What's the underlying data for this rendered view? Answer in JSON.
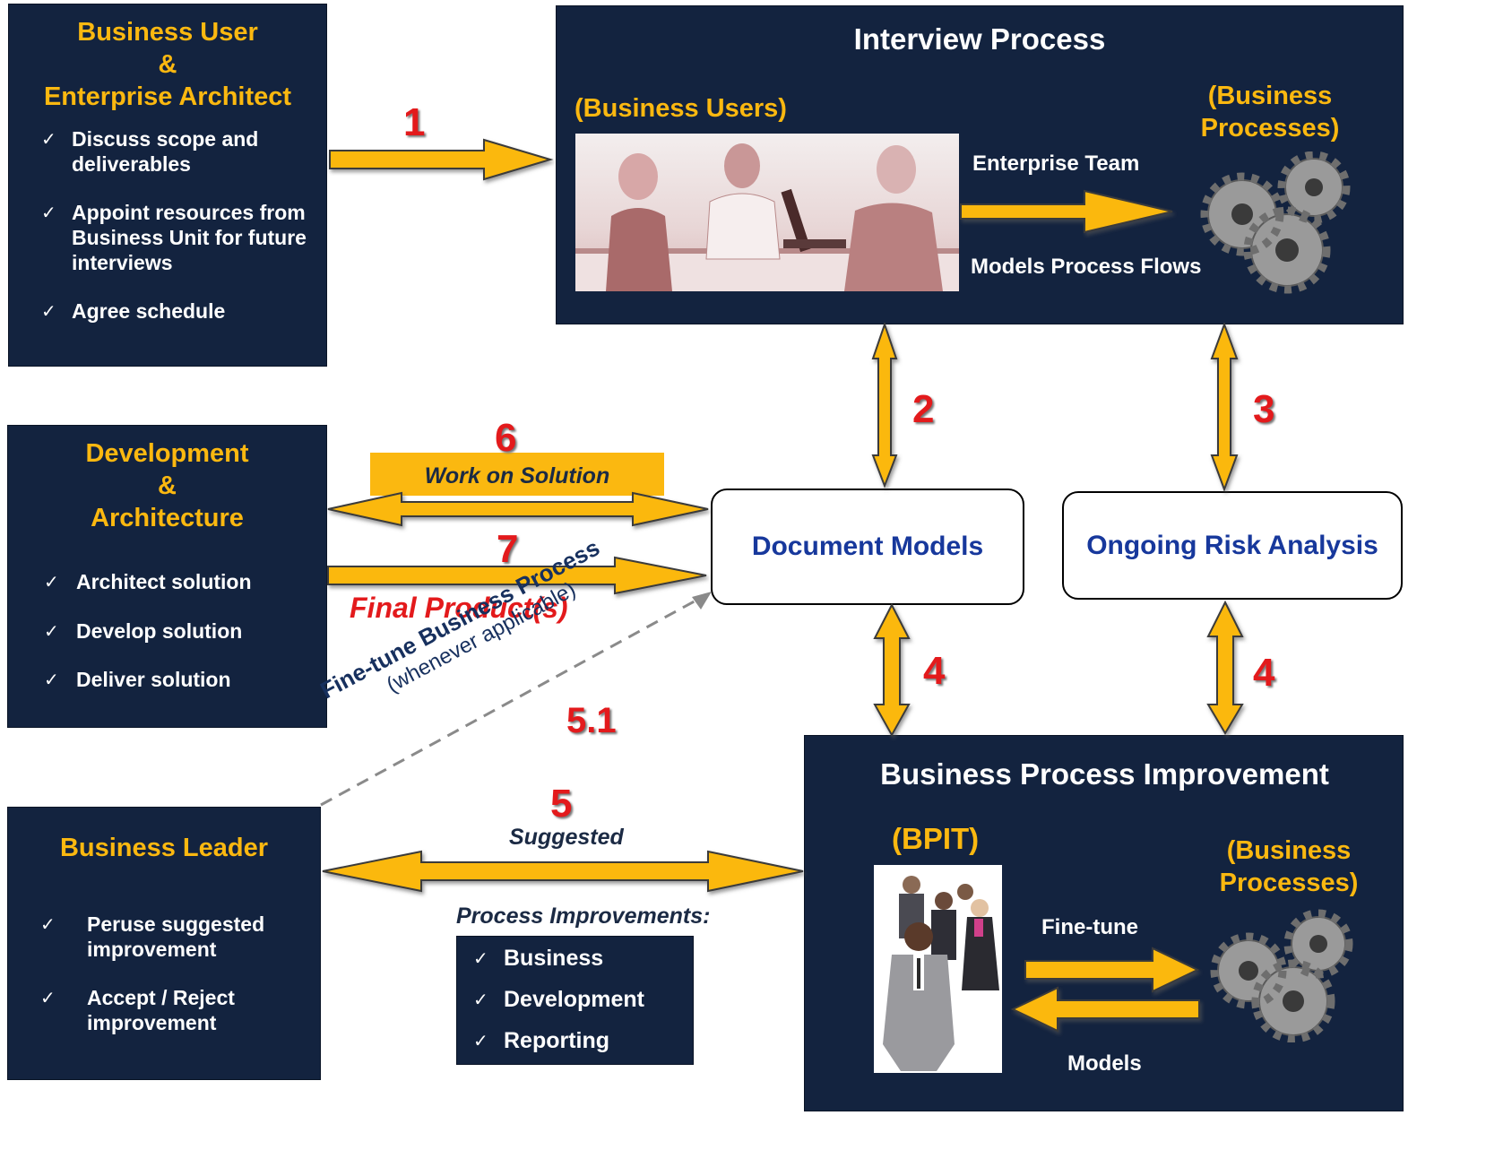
{
  "business_user": {
    "title_line1": "Business User",
    "title_amp": "&",
    "title_line2": "Enterprise Architect",
    "items": [
      "Discuss scope and deliverables",
      "Appoint resources from Business Unit for future interviews",
      "Agree schedule"
    ]
  },
  "interview": {
    "title": "Interview Process",
    "business_users_label": "(Business Users)",
    "business_processes_label": "(Business Processes)",
    "enterprise_team": "Enterprise Team",
    "models_process_flows": "Models Process Flows"
  },
  "development": {
    "title_line1": "Development",
    "title_amp": "&",
    "title_line2": "Architecture",
    "items": [
      "Architect solution",
      "Develop solution",
      "Deliver solution"
    ]
  },
  "document_models": "Document Models",
  "ongoing_risk": "Ongoing Risk Analysis",
  "steps": {
    "s1": "1",
    "s2": "2",
    "s3": "3",
    "s4a": "4",
    "s4b": "4",
    "s5": "5",
    "s51": "5.1",
    "s6": "6",
    "s7": "7"
  },
  "work_on_solution": "Work on Solution",
  "final_products": "Final Product(s)",
  "fine_tune_bp": "Fine-tune Business Process",
  "whenever_applicable": "(whenever applicable)",
  "business_leader": {
    "title": "Business Leader",
    "items": [
      "Peruse suggested improvement",
      "Accept / Reject improvement"
    ]
  },
  "suggested": "Suggested",
  "process_improvements": {
    "label": "Process Improvements:",
    "items": [
      "Business",
      "Development",
      "Reporting"
    ]
  },
  "bpi": {
    "title": "Business Process Improvement",
    "bpit_label": "(BPIT)",
    "business_processes_label": "(Business Processes)",
    "fine_tune": "Fine-tune",
    "models": "Models"
  },
  "check_glyph": "✓",
  "colors": {
    "navy": "#13233f",
    "gold": "#fbb810",
    "red": "#e31a1c",
    "blue": "#17389c"
  }
}
